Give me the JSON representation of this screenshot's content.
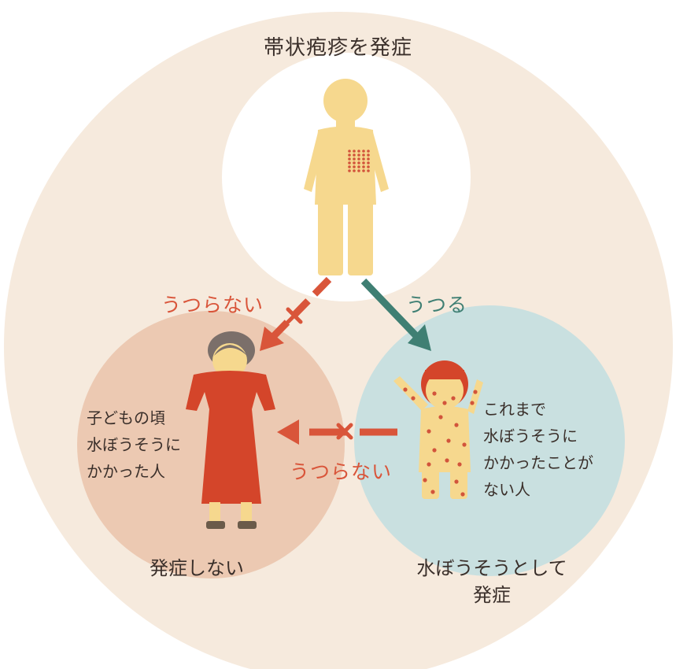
{
  "title": "帯状疱疹を発症",
  "arrows": {
    "left_label": "うつらない",
    "right_label": "うつる",
    "bottom_label": "うつらない"
  },
  "left_person": {
    "desc_lines": [
      "子どもの頃",
      "水ぼうそうに",
      "かかった人"
    ],
    "outcome": "発症しない"
  },
  "right_person": {
    "desc_lines": [
      "これまで",
      "水ぼうそうに",
      "かかったことが",
      "ない人"
    ],
    "outcome_lines": [
      "水ぼうそうとして",
      "発症"
    ]
  },
  "colors": {
    "outer_circle": "#f6eadd",
    "top_circle": "#ffffff",
    "left_circle": "#ecc9b2",
    "right_circle": "#c9e0e0",
    "skin": "#f6d88e",
    "rash": "#d2543b",
    "not_transmit": "#d9553a",
    "transmit": "#3f7f73",
    "dress": "#d4452a"
  }
}
